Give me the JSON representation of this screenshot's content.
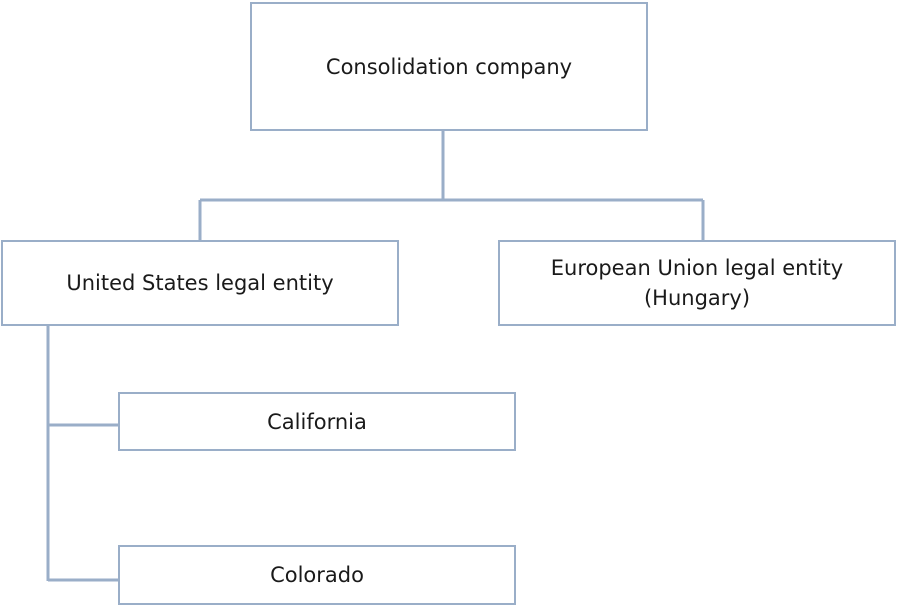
{
  "nodes": {
    "root": {
      "label": "Consolidation company"
    },
    "us": {
      "label": "United States legal entity"
    },
    "eu": {
      "line1": "European Union legal entity",
      "line2": "(Hungary)"
    },
    "california": {
      "label": "California"
    },
    "colorado": {
      "label": "Colorado"
    }
  },
  "colors": {
    "border": "#9aaec8",
    "text": "#1a1a1a",
    "background": "#ffffff"
  }
}
